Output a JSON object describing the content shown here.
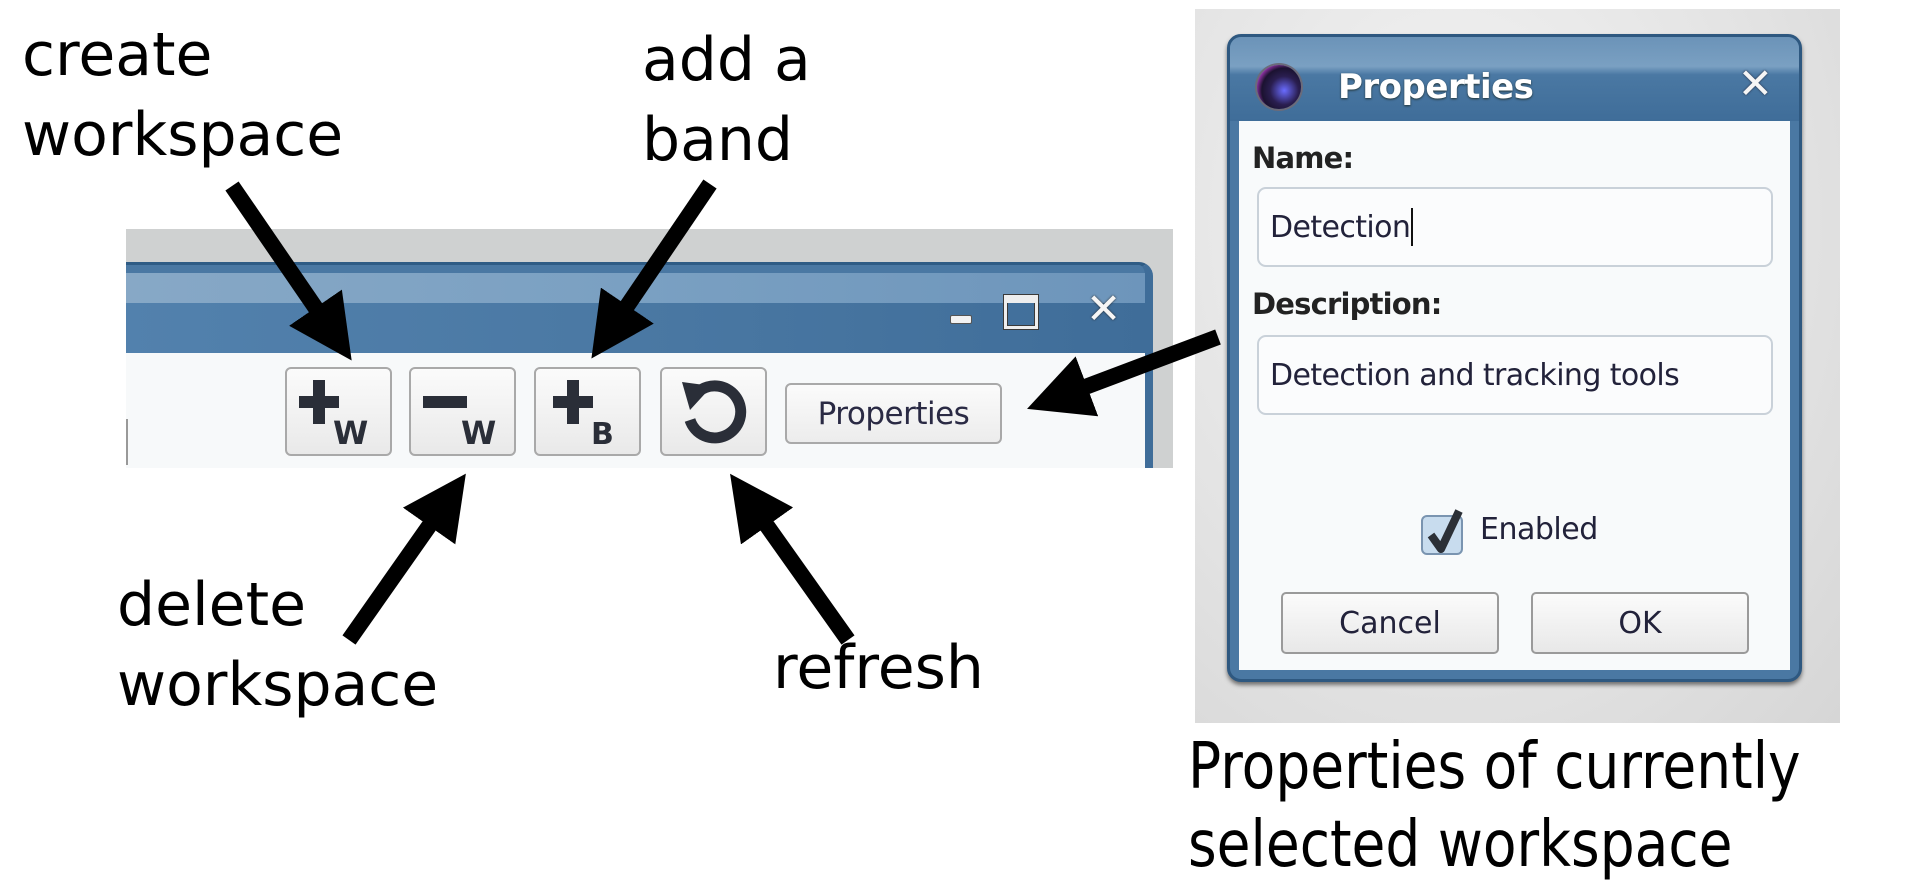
{
  "annotations": {
    "create_workspace": [
      "create",
      "workspace"
    ],
    "add_band": [
      "add a",
      "band"
    ],
    "delete_workspace": [
      "delete",
      "workspace"
    ],
    "refresh": [
      "refresh"
    ],
    "properties_caption": [
      "Properties of currently",
      "selected workspace"
    ]
  },
  "main_window": {
    "controls": {
      "minimize": "minimize",
      "maximize": "maximize",
      "close_glyph": "✕"
    },
    "toolbar": {
      "buttons": [
        {
          "id": "create-workspace",
          "icon": "plus-w-icon",
          "glyph": "+",
          "subscript": "W"
        },
        {
          "id": "delete-workspace",
          "icon": "minus-w-icon",
          "glyph": "−",
          "subscript": "W"
        },
        {
          "id": "add-band",
          "icon": "plus-b-icon",
          "glyph": "+",
          "subscript": "B"
        },
        {
          "id": "refresh",
          "icon": "refresh-icon"
        }
      ],
      "properties_label": "Properties"
    }
  },
  "dialog": {
    "title": "Properties",
    "close_glyph": "✕",
    "name_label": "Name:",
    "name_value": "Detection",
    "description_label": "Description:",
    "description_value": "Detection and tracking tools",
    "enabled_label": "Enabled",
    "enabled_checked": true,
    "cancel_label": "Cancel",
    "ok_label": "OK"
  },
  "colors": {
    "titlebar_blue": "#4a78a3",
    "titlebar_light": "#7aa0c2",
    "frame_dark": "#2f5c85",
    "content_bg": "#f7f9fa",
    "icon_glyph": "#2a2e38",
    "checkbox_fill": "#c8dcee"
  }
}
